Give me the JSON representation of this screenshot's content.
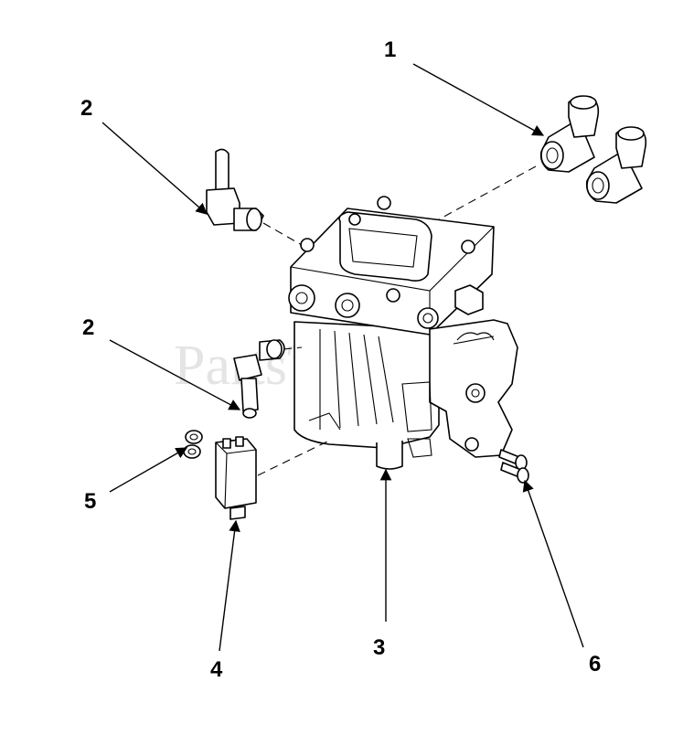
{
  "watermark": {
    "text": "PartsTree"
  },
  "callouts": [
    {
      "id": "1",
      "label": "1"
    },
    {
      "id": "2a",
      "label": "2"
    },
    {
      "id": "2b",
      "label": "2"
    },
    {
      "id": "3",
      "label": "3"
    },
    {
      "id": "4",
      "label": "4"
    },
    {
      "id": "5",
      "label": "5"
    },
    {
      "id": "6",
      "label": "6"
    }
  ],
  "colors": {
    "line": "#000000",
    "background": "#ffffff",
    "watermark": "#cfcfcf"
  }
}
